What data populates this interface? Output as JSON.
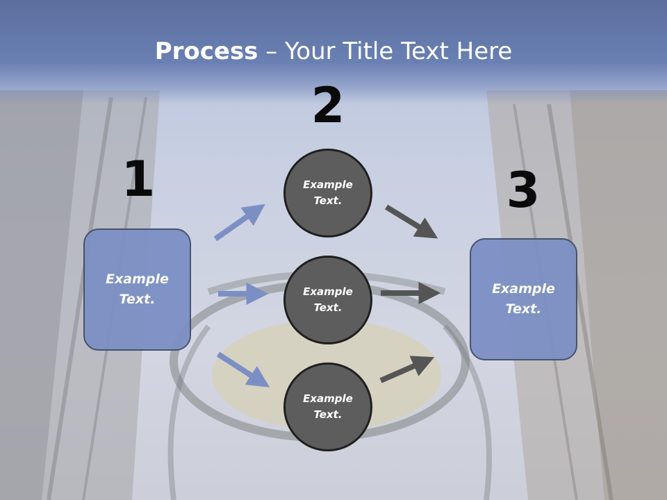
{
  "slide": {
    "title_bold": "Process",
    "title_rest": " – Your Title Text Here"
  },
  "steps": {
    "one": "1",
    "two": "2",
    "three": "3"
  },
  "boxes": {
    "left": "Example\nText.",
    "right": "Example\nText."
  },
  "circles": {
    "top": "Example\nText.",
    "middle": "Example\nText.",
    "bottom": "Example\nText."
  },
  "colors": {
    "title_band": "#6a80b3",
    "box_fill": "#7b8fc4",
    "circle_fill": "#5d5d5d",
    "blue_arrow": "#7b8fc4",
    "gray_arrow": "#555555"
  }
}
